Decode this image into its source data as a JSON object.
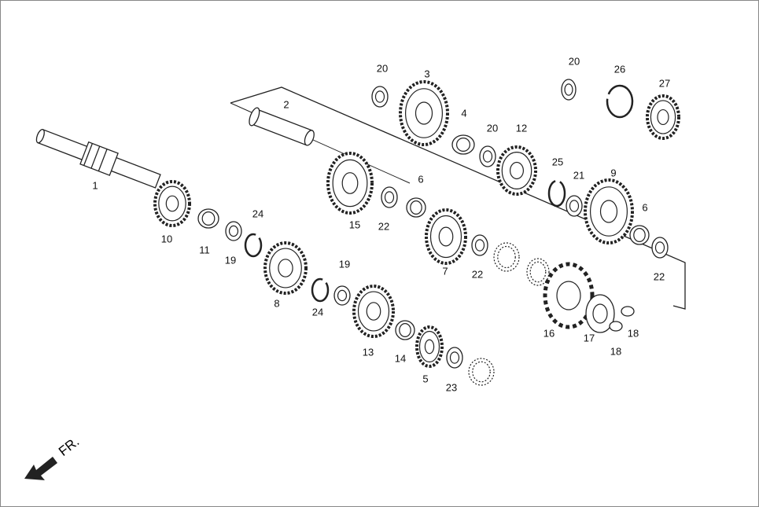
{
  "labels": [
    "20",
    "3",
    "20",
    "26",
    "27",
    "2",
    "4",
    "20",
    "12",
    "25",
    "21",
    "9",
    "1",
    "6",
    "15",
    "22",
    "24",
    "10",
    "11",
    "19",
    "6",
    "7",
    "22",
    "22",
    "19",
    "8",
    "24",
    "16",
    "17",
    "18",
    "18",
    "13",
    "14",
    "5",
    "23"
  ],
  "direction_label": "FR.",
  "colors": {
    "line": "#222222",
    "frame": "#888888"
  }
}
